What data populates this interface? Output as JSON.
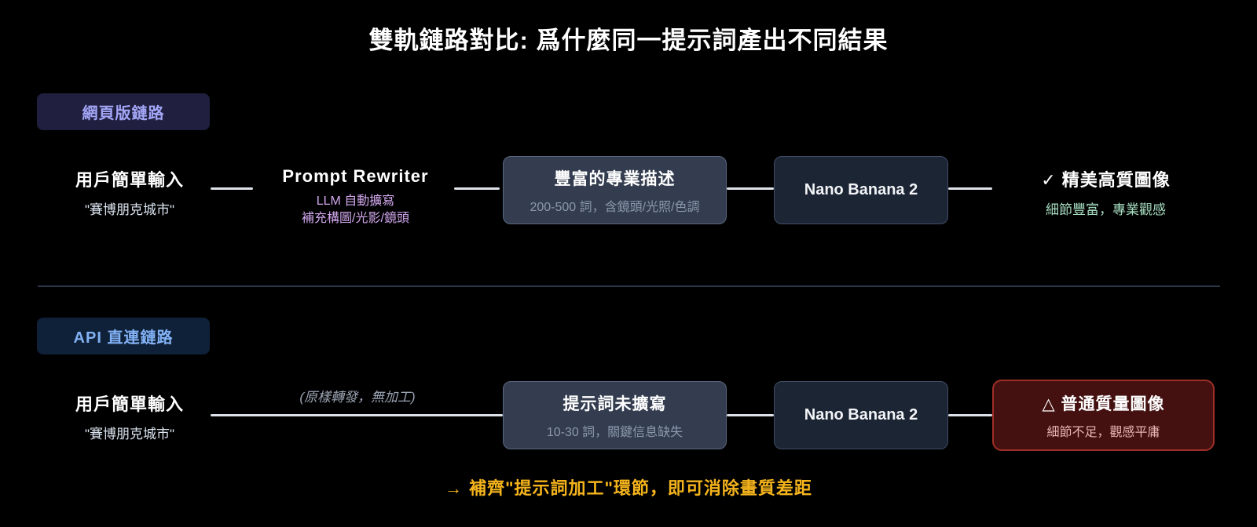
{
  "title": "雙軌鏈路對比: 爲什麼同一提示詞產出不同結果",
  "web_track": {
    "badge": "網頁版鏈路",
    "input": {
      "title": "用戶簡單輸入",
      "quote": "\"賽博朋克城市\""
    },
    "rewriter": {
      "title": "Prompt Rewriter",
      "line1": "LLM 自動擴寫",
      "line2": "補充構圖/光影/鏡頭"
    },
    "prompt_box": {
      "title": "豐富的專業描述",
      "subtitle": "200-500 詞，含鏡頭/光照/色調"
    },
    "model_box": {
      "title": "Nano Banana 2"
    },
    "result": {
      "icon": "✓",
      "title": "精美高質圖像",
      "subtitle": "細節豐富，專業觀感"
    }
  },
  "api_track": {
    "badge": "API 直連鏈路",
    "input": {
      "title": "用戶簡單輸入",
      "quote": "\"賽博朋克城市\""
    },
    "note": "(原樣轉發，無加工)",
    "prompt_box": {
      "title": "提示詞未擴寫",
      "subtitle": "10-30 詞，關鍵信息缺失"
    },
    "model_box": {
      "title": "Nano Banana 2"
    },
    "result": {
      "icon": "△",
      "title": "普通質量圖像",
      "subtitle": "細節不足，觀感平庸"
    }
  },
  "footer": {
    "icon": "→",
    "text": "補齊\"提示詞加工\"環節，即可消除畫質差距"
  },
  "colors": {
    "background": "#000000",
    "web_badge_bg": "#201f3f",
    "web_badge_text": "#a3a6f7",
    "api_badge_bg": "#0f2138",
    "api_badge_text": "#82b1f5",
    "slate_box_bg": "#333d4f",
    "model_box_bg": "#1c2534",
    "danger_box_bg": "#441110",
    "danger_box_border": "#9e2f28",
    "success_text": "#a7ddc0",
    "danger_text": "#e9b3b3",
    "rewriter_accent": "#d3a8ef",
    "footer_accent": "#f5b41c"
  }
}
